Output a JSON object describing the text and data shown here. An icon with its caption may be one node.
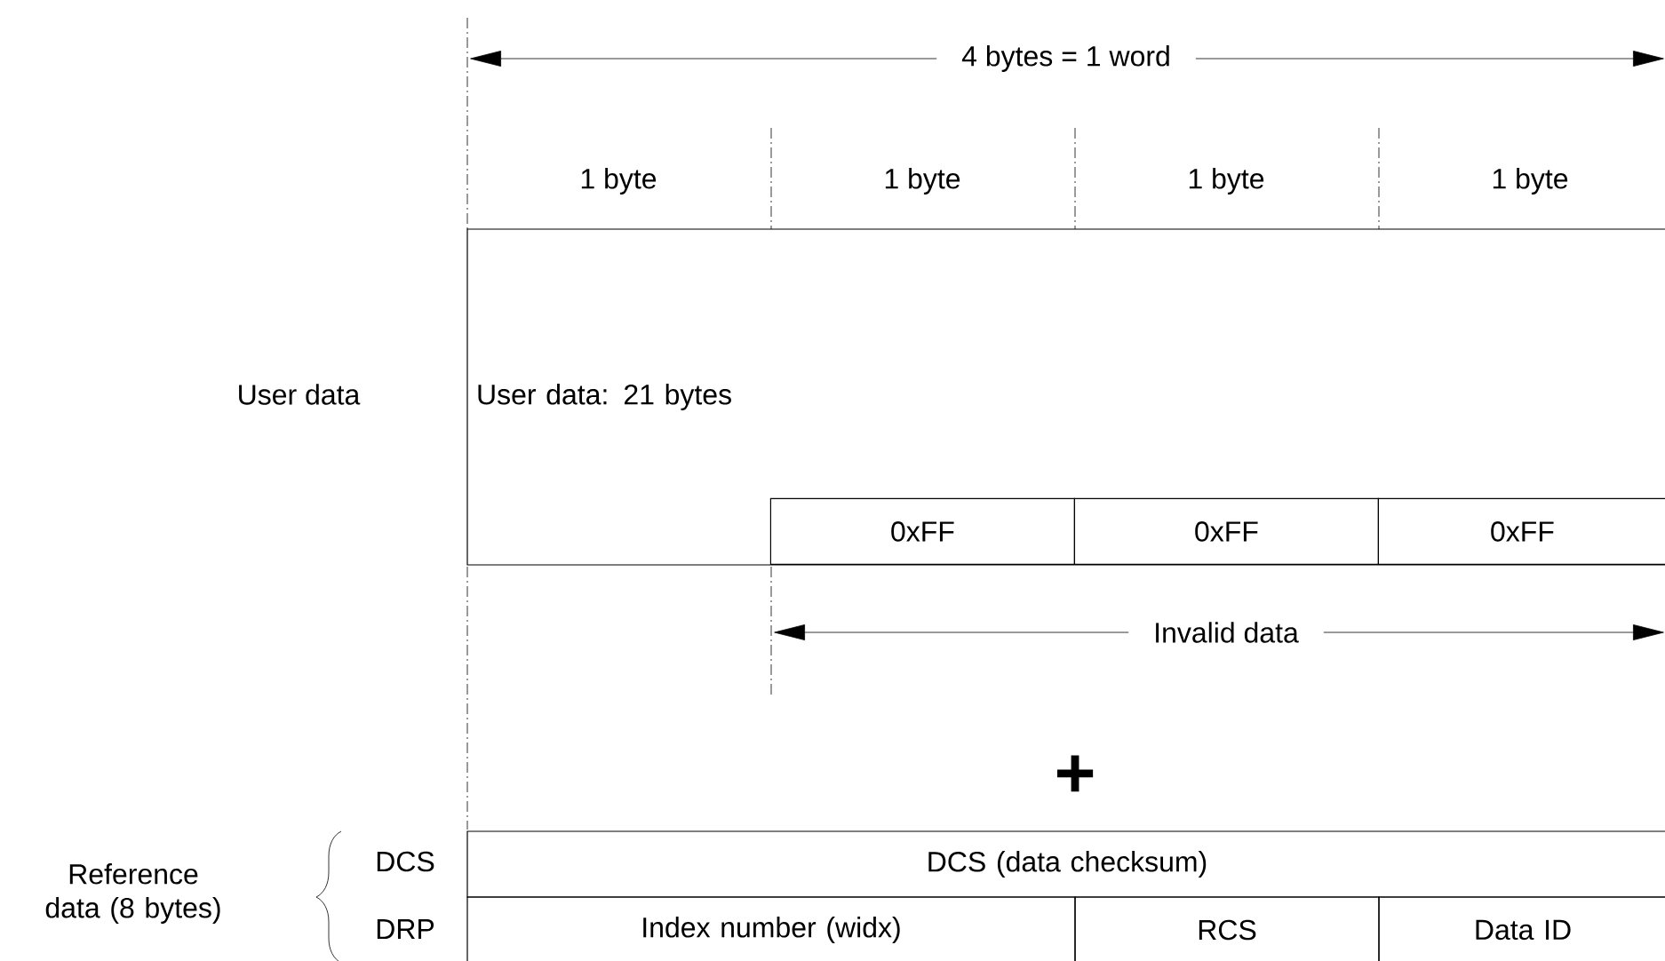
{
  "diagram": {
    "nodes": [
      {
        "text": [
          "User data: 21 bytes"
        ]
      },
      {
        "text": [
          "0xFF"
        ],
        "in": 0
      },
      {
        "text": [
          "0xFF"
        ],
        "in": 0
      },
      {
        "text": [
          "0xFF"
        ],
        "in": 0
      },
      {
        "text": [
          "DCS (data checksum)"
        ]
      },
      {
        "text": [
          "Index number (widx)"
        ]
      },
      {
        "text": [
          "RCS"
        ]
      },
      {
        "text": [
          "Data ID"
        ]
      }
    ],
    "labels": [
      "4 bytes = 1 word",
      "1 byte",
      "1 byte",
      "1 byte",
      "1 byte",
      "User data",
      "Invalid data",
      "+",
      "Reference data (8 bytes)",
      "DCS",
      "DRP"
    ]
  }
}
